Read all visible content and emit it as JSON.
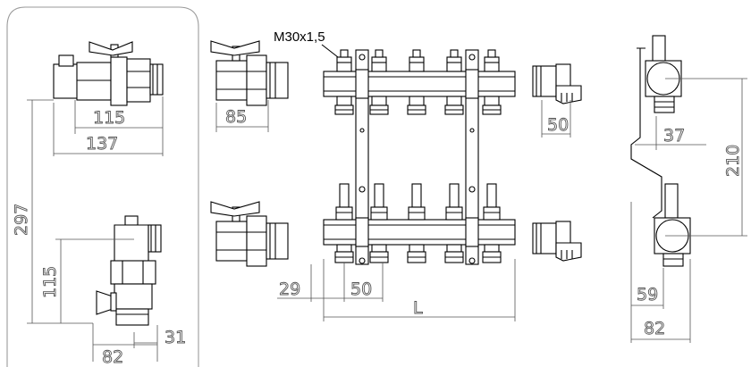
{
  "thread_label": "M30x1,5",
  "dims": {
    "valve_a_inner": "115",
    "valve_a_outer": "137",
    "valve_b_len": "85",
    "valve_height_total": "297",
    "valve_height_part": "115",
    "valve_depth": "82",
    "valve_side": "31",
    "manifold_offset": "29",
    "manifold_pitch": "50",
    "manifold_length": "L",
    "elbow_width": "50",
    "side_depth_small": "37",
    "side_height": "210",
    "side_depth_a": "59",
    "side_depth_b": "82"
  },
  "colors": {
    "line": "#000000",
    "dimension": "#555555",
    "panel_border": "#9a9a9a"
  }
}
